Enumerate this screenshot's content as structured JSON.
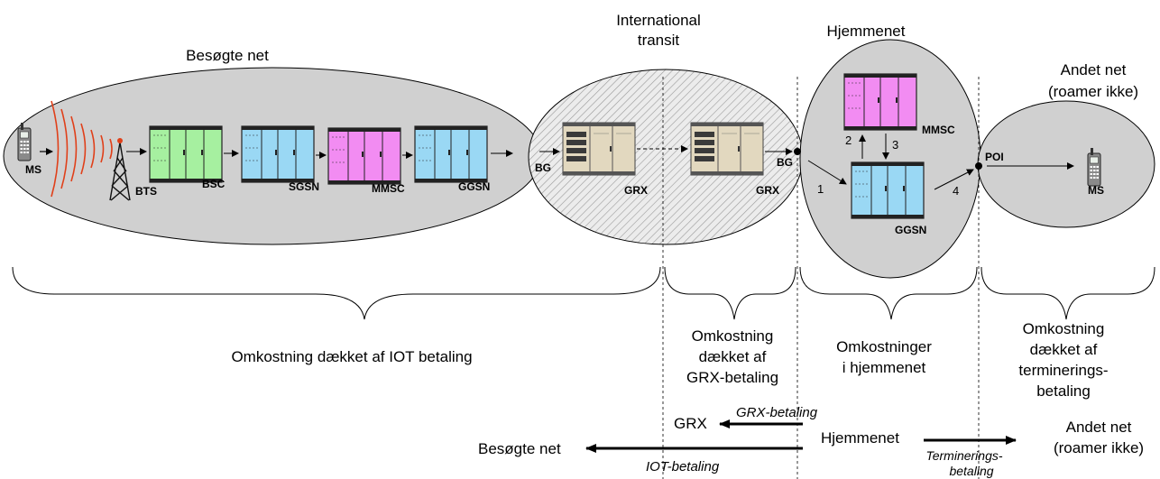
{
  "regions": {
    "visited": "Besøgte net",
    "transit_line1": "International",
    "transit_line2": "transit",
    "home": "Hjemmenet",
    "other_line1": "Andet net",
    "other_line2": "(roamer ikke)"
  },
  "nodes": {
    "ms_left": "MS",
    "bts": "BTS",
    "bsc": "BSC",
    "sgsn": "SGSN",
    "mmsc_visited": "MMSC",
    "ggsn_visited": "GGSN",
    "bg_left": "BG",
    "grx_left": "GRX",
    "grx_right": "GRX",
    "bg_right": "BG",
    "mmsc_home": "MMSC",
    "ggsn_home": "GGSN",
    "poi": "POI",
    "ms_right": "MS"
  },
  "steps": [
    "1",
    "2",
    "3",
    "4"
  ],
  "costs": {
    "iot": "Omkostning dækket af IOT betaling",
    "grx_l1": "Omkostning",
    "grx_l2": "dækket af",
    "grx_l3": "GRX-betaling",
    "home_l1": "Omkostninger",
    "home_l2": "i hjemmenet",
    "term_l1": "Omkostning",
    "term_l2": "dækket af",
    "term_l3": "terminerings-",
    "term_l4": "betaling"
  },
  "payments": {
    "grx": "GRX",
    "grx_payment": "GRX-betaling",
    "home": "Hjemmenet",
    "visited": "Besøgte net",
    "iot_payment": "IOT-betaling",
    "other_l1": "Andet net",
    "other_l2": "(roamer ikke)",
    "term_payment_l1": "Terminerings-",
    "term_payment_l2": "betaling"
  },
  "colors": {
    "cloud_fill": "#d0d0d0",
    "bsc_green": "#a6f0a0",
    "sgsn_blue": "#9ad8f4",
    "mmsc_pink": "#f28cf2",
    "grx_beige": "#e2d8bf",
    "wave_red": "#e0401a"
  }
}
